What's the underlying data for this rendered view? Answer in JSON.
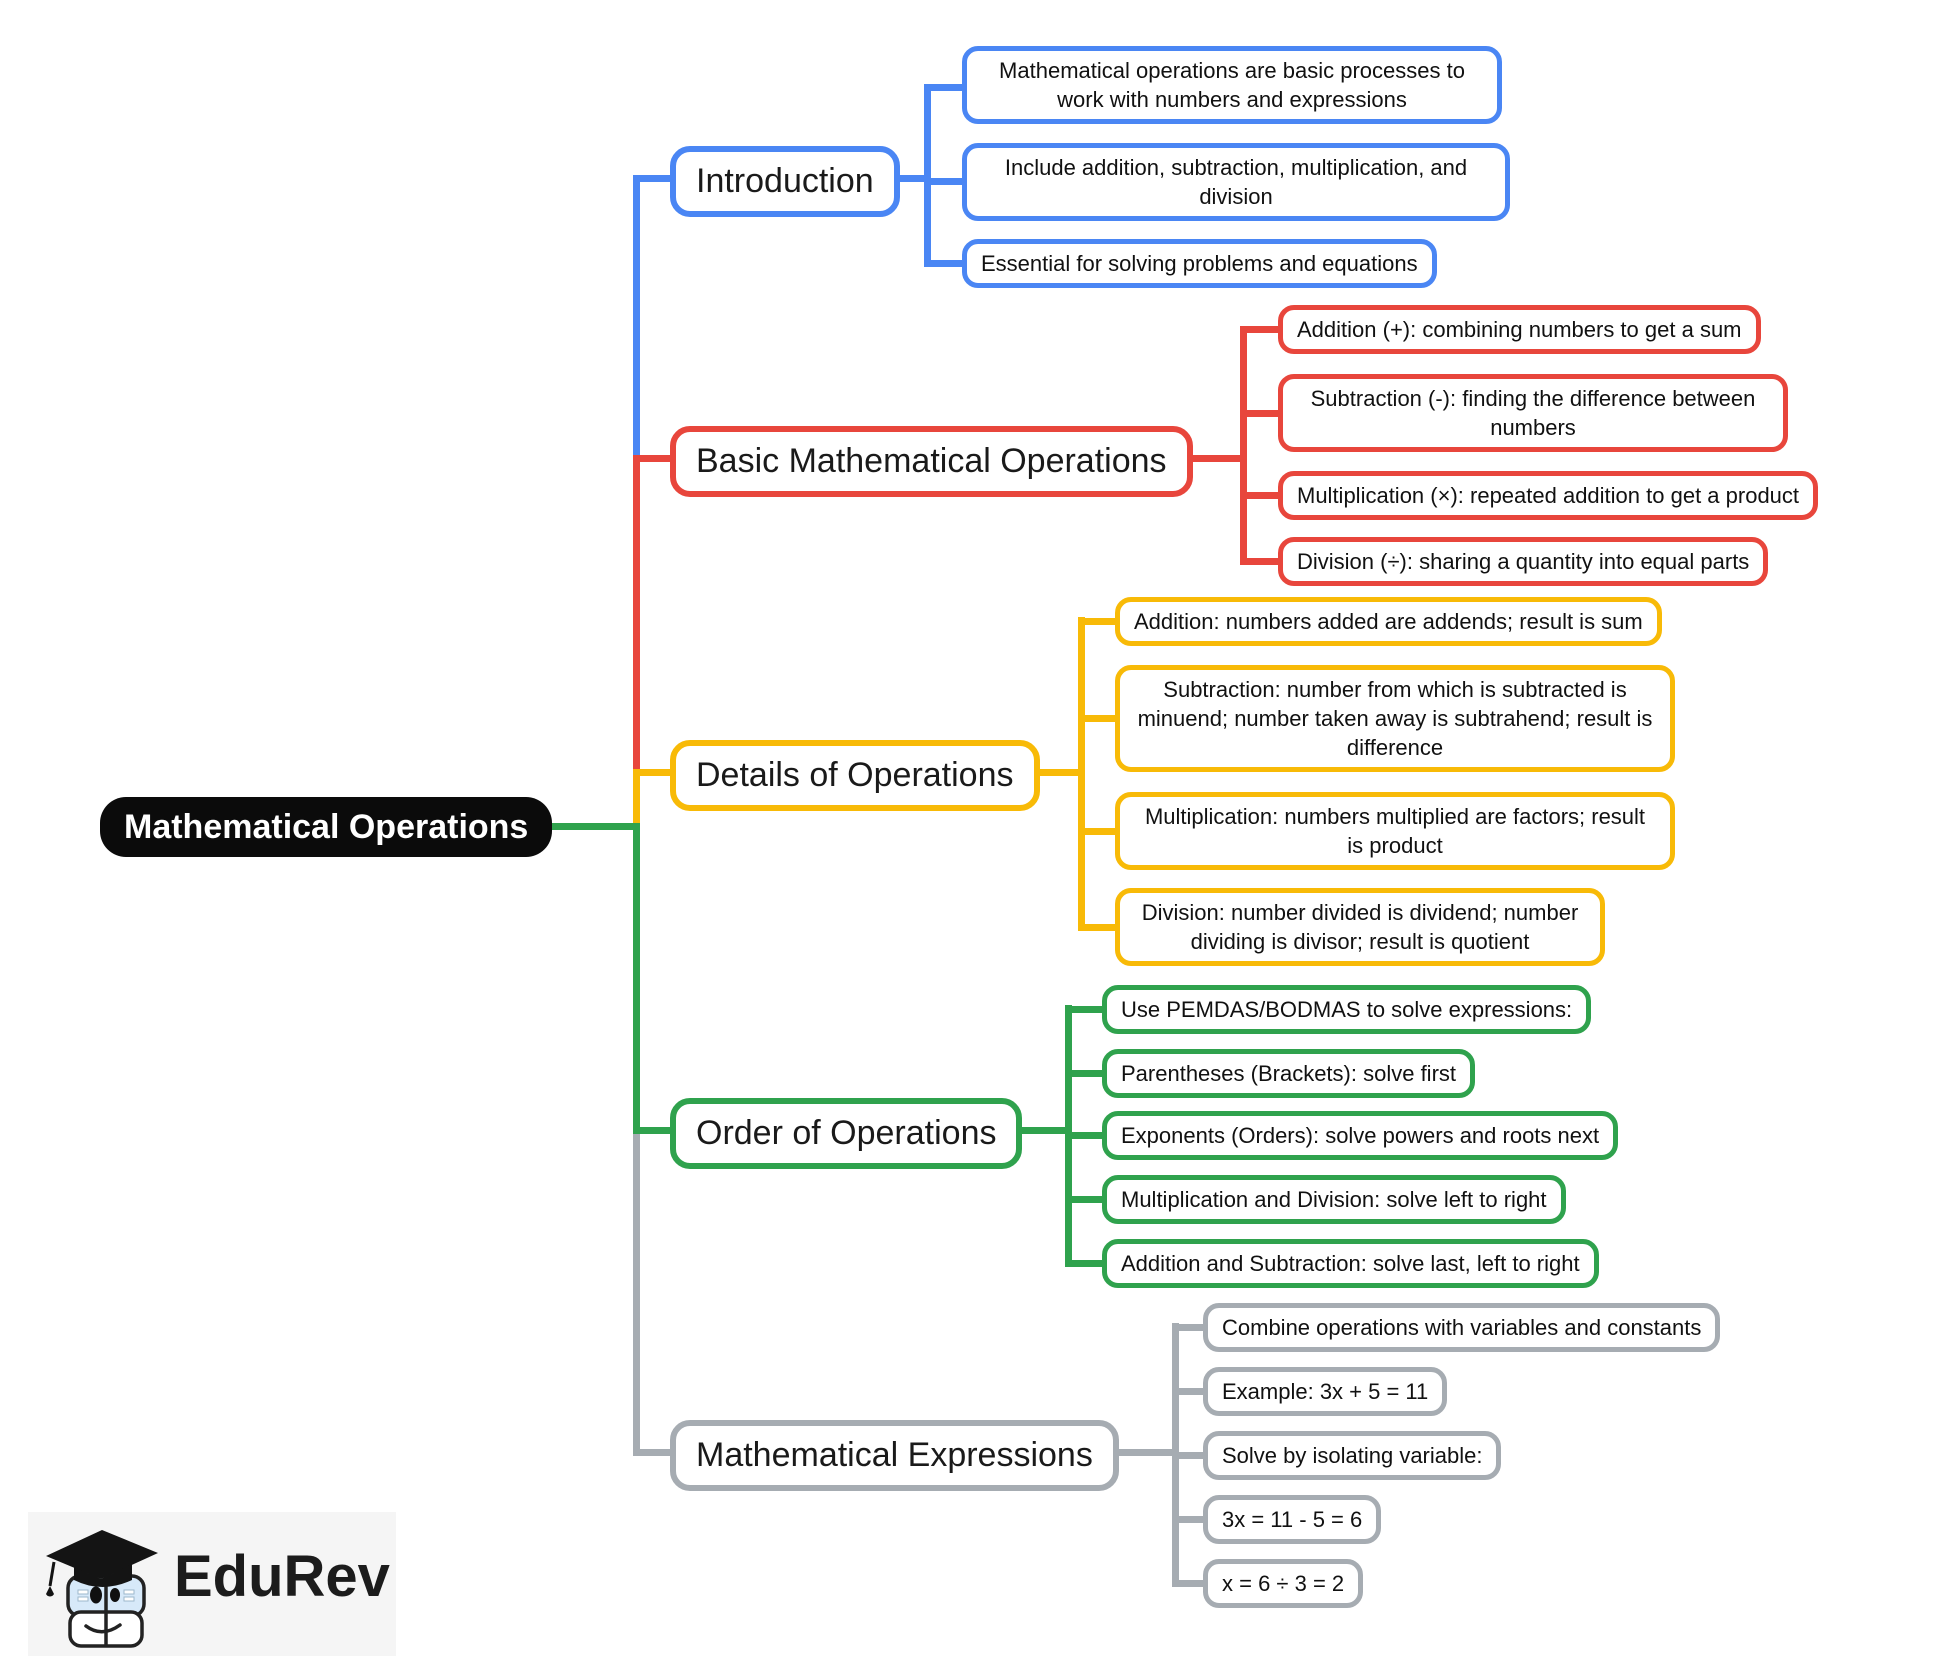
{
  "root_label": "Mathematical Operations",
  "palette": {
    "root_bg": "#0b0b0b",
    "blue": "#4a86f4",
    "red": "#e8463c",
    "yellow": "#f8ba07",
    "green": "#2fa24d",
    "gray": "#a6acb2",
    "box_bg": "#ffffff",
    "text": "#111111"
  },
  "branches": [
    {
      "label": "Introduction",
      "color": "#4a86f4",
      "children": [
        "Mathematical operations are basic processes to work with numbers and expressions",
        "Include addition, subtraction, multiplication, and division",
        "Essential for solving problems and equations"
      ]
    },
    {
      "label": "Basic Mathematical Operations",
      "color": "#e8463c",
      "children": [
        "Addition (+): combining numbers to get a sum",
        "Subtraction (-): finding the difference between numbers",
        "Multiplication (×): repeated addition to get a product",
        "Division (÷): sharing a quantity into equal parts"
      ]
    },
    {
      "label": "Details of Operations",
      "color": "#f8ba07",
      "children": [
        "Addition: numbers added are addends; result is sum",
        "Subtraction: number from which is subtracted is minuend; number taken away is subtrahend; result is difference",
        "Multiplication: numbers multiplied are factors; result is product",
        "Division: number divided is dividend; number dividing is divisor; result is quotient"
      ]
    },
    {
      "label": "Order of Operations",
      "color": "#2fa24d",
      "children": [
        "Use PEMDAS/BODMAS to solve expressions:",
        "Parentheses (Brackets): solve first",
        "Exponents (Orders): solve powers and roots next",
        "Multiplication and Division: solve left to right",
        "Addition and Subtraction: solve last, left to right"
      ]
    },
    {
      "label": "Mathematical Expressions",
      "color": "#a6acb2",
      "children": [
        "Combine operations with variables and constants",
        "Example: 3x + 5 = 11",
        "Solve by isolating variable:",
        "3x = 11 - 5 = 6",
        "x = 6 ÷ 3 = 2"
      ]
    }
  ],
  "logo": {
    "brand": "EduRev",
    "icon": "edurev-mascot-icon"
  }
}
